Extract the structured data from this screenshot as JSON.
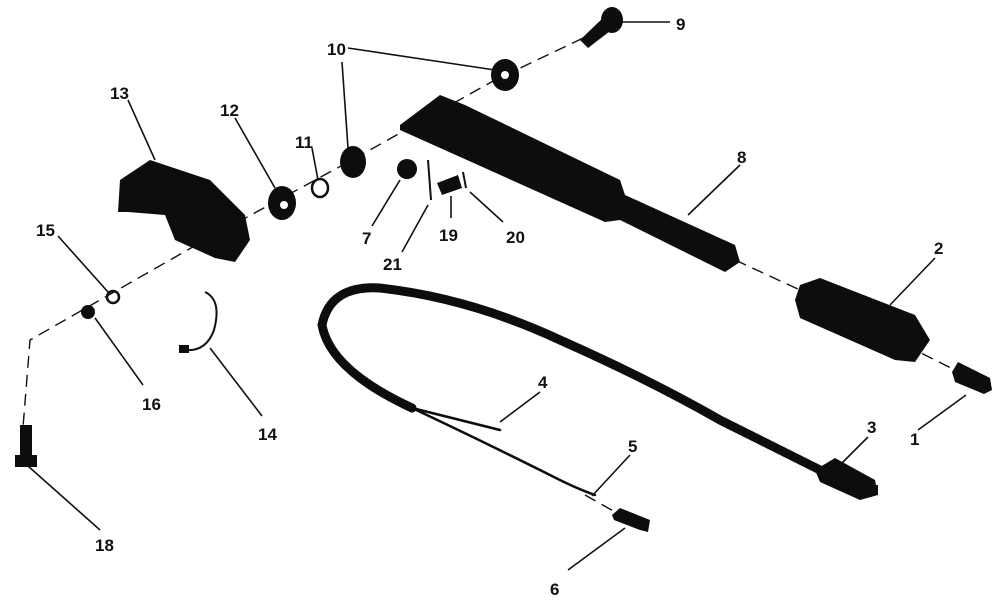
{
  "diagram": {
    "callouts": [
      {
        "id": "c1",
        "text": "1"
      },
      {
        "id": "c2",
        "text": "2"
      },
      {
        "id": "c3",
        "text": "3"
      },
      {
        "id": "c4",
        "text": "4"
      },
      {
        "id": "c5",
        "text": "5"
      },
      {
        "id": "c6",
        "text": "6"
      },
      {
        "id": "c7",
        "text": "7"
      },
      {
        "id": "c8",
        "text": "8"
      },
      {
        "id": "c9",
        "text": "9"
      },
      {
        "id": "c10",
        "text": "10"
      },
      {
        "id": "c11",
        "text": "11"
      },
      {
        "id": "c12",
        "text": "12"
      },
      {
        "id": "c13",
        "text": "13"
      },
      {
        "id": "c14",
        "text": "14"
      },
      {
        "id": "c15",
        "text": "15"
      },
      {
        "id": "c16",
        "text": "16"
      },
      {
        "id": "c18",
        "text": "18"
      },
      {
        "id": "c19",
        "text": "19"
      },
      {
        "id": "c20",
        "text": "20"
      },
      {
        "id": "c21",
        "text": "21"
      }
    ],
    "colors": {
      "ink": "#0d0d0d",
      "background": "#ffffff"
    }
  }
}
